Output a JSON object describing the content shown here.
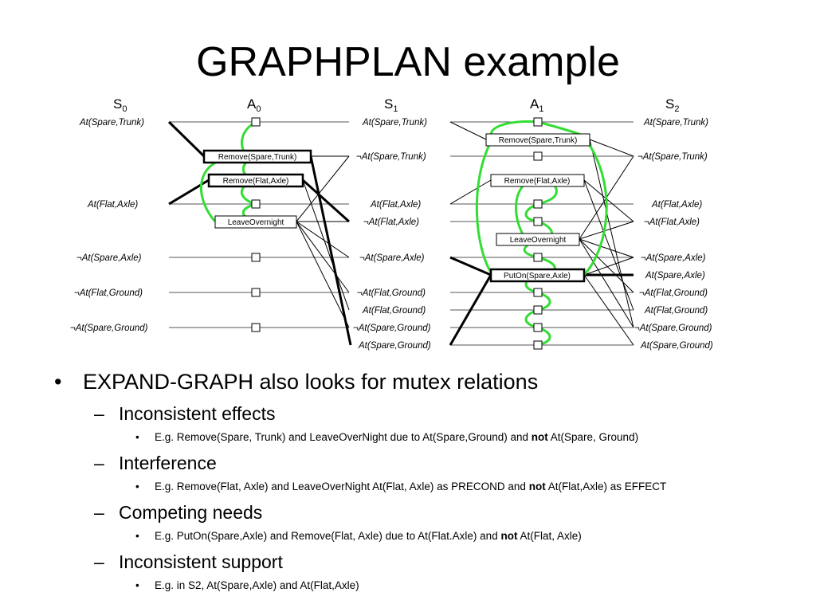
{
  "slide": {
    "title": "GRAPHPLAN example"
  },
  "diagram": {
    "columns": [
      {
        "label": "S",
        "sub": "0"
      },
      {
        "label": "A",
        "sub": "0"
      },
      {
        "label": "S",
        "sub": "1"
      },
      {
        "label": "A",
        "sub": "1"
      },
      {
        "label": "S",
        "sub": "2"
      }
    ],
    "s0": [
      "At(Spare,Trunk)",
      "At(Flat,Axle)",
      "¬At(Spare,Axle)",
      "¬At(Flat,Ground)",
      "¬At(Spare,Ground)"
    ],
    "s1": [
      "At(Spare,Trunk)",
      "¬At(Spare,Trunk)",
      "At(Flat,Axle)",
      "¬At(Flat,Axle)",
      "¬At(Spare,Axle)",
      "¬At(Flat,Ground)",
      "At(Flat,Ground)",
      "¬At(Spare,Ground)",
      "At(Spare,Ground)"
    ],
    "s2": [
      "At(Spare,Trunk)",
      "¬At(Spare,Trunk)",
      "At(Flat,Axle)",
      "¬At(Flat,Axle)",
      "¬At(Spare,Axle)",
      "At(Spare,Axle)",
      "¬At(Flat,Ground)",
      "At(Flat,Ground)",
      "¬At(Spare,Ground)",
      "At(Spare,Ground)"
    ],
    "a0_actions": [
      "Remove(Spare,Trunk)",
      "Remove(Flat,Axle)",
      "LeaveOvernight"
    ],
    "a1_actions": [
      "Remove(Spare,Trunk)",
      "Remove(Flat,Axle)",
      "LeaveOvernight",
      "PutOn(Spare,Axle)"
    ],
    "mutex_color": "#33dd33"
  },
  "bullets": {
    "main": "EXPAND-GRAPH also looks for mutex relations",
    "items": [
      {
        "heading": "Inconsistent effects",
        "example_pre": "E.g. Remove(Spare, Trunk) and LeaveOverNight due to At(Spare,Ground) and ",
        "example_bold": "not",
        "example_post": " At(Spare, Ground)"
      },
      {
        "heading": "Interference",
        "example_pre": "E.g. Remove(Flat, Axle) and LeaveOverNight At(Flat, Axle) as PRECOND and ",
        "example_bold": "not",
        "example_post": " At(Flat,Axle) as EFFECT"
      },
      {
        "heading": "Competing needs",
        "example_pre": "E.g. PutOn(Spare,Axle) and Remove(Flat, Axle) due to At(Flat.Axle) and ",
        "example_bold": "not",
        "example_post": " At(Flat, Axle)"
      },
      {
        "heading": "Inconsistent support",
        "example_pre": "E.g. in S2, At(Spare,Axle) and At(Flat,Axle)",
        "example_bold": "",
        "example_post": ""
      }
    ]
  }
}
